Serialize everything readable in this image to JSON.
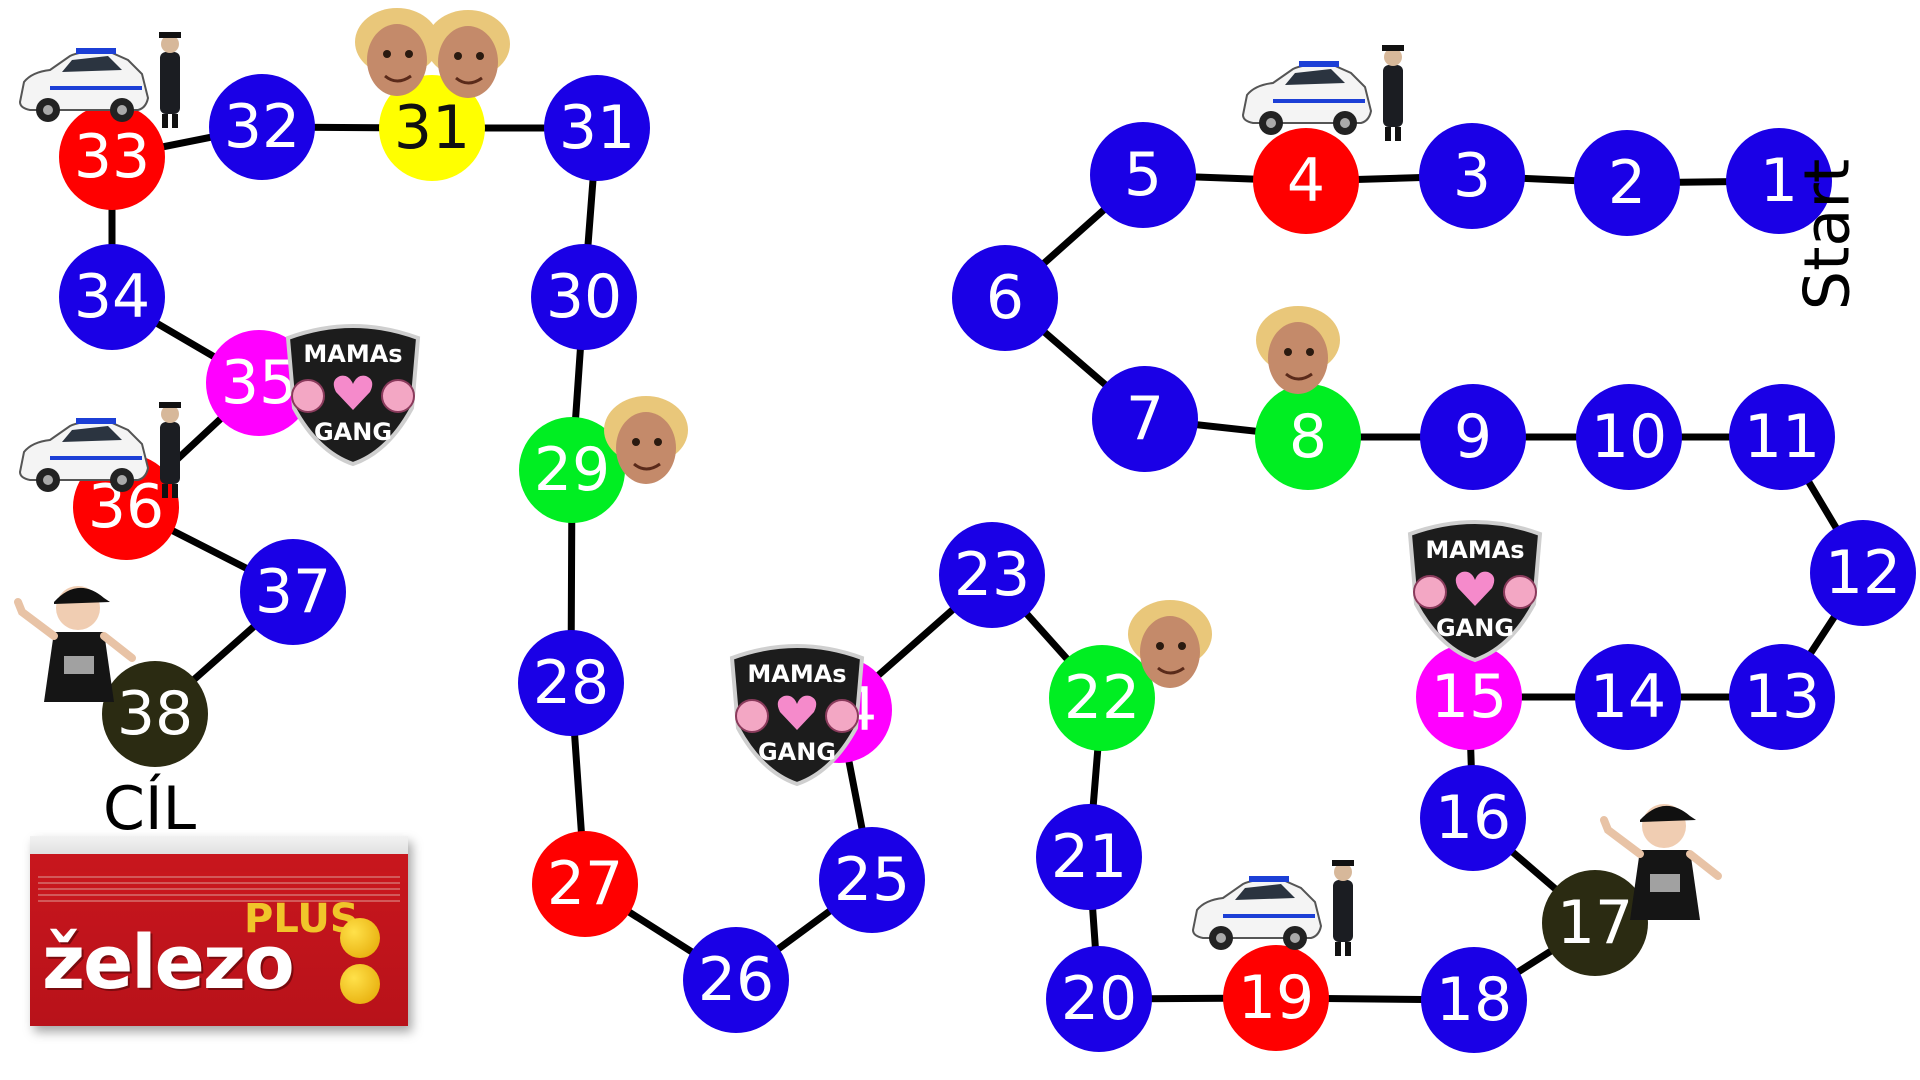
{
  "labels": {
    "start": "Start",
    "finish": "CÍL"
  },
  "product": {
    "brand": "železo",
    "plus": "PLUS"
  },
  "colors": {
    "normal": "#1a00e6",
    "police": "#ff0000",
    "face": "#00ee22",
    "gang": "#ff00ff",
    "yellow": "#ffff00",
    "finish": "#2b2b12",
    "path": "#000000"
  },
  "spaces": [
    {
      "label": "1",
      "type": "normal"
    },
    {
      "label": "2",
      "type": "normal"
    },
    {
      "label": "3",
      "type": "normal"
    },
    {
      "label": "4",
      "type": "police"
    },
    {
      "label": "5",
      "type": "normal"
    },
    {
      "label": "6",
      "type": "normal"
    },
    {
      "label": "7",
      "type": "normal"
    },
    {
      "label": "8",
      "type": "face"
    },
    {
      "label": "9",
      "type": "normal"
    },
    {
      "label": "10",
      "type": "normal"
    },
    {
      "label": "11",
      "type": "normal"
    },
    {
      "label": "12",
      "type": "normal"
    },
    {
      "label": "13",
      "type": "normal"
    },
    {
      "label": "14",
      "type": "normal"
    },
    {
      "label": "15",
      "type": "gang"
    },
    {
      "label": "16",
      "type": "normal"
    },
    {
      "label": "17",
      "type": "finish"
    },
    {
      "label": "18",
      "type": "normal"
    },
    {
      "label": "19",
      "type": "police"
    },
    {
      "label": "20",
      "type": "normal"
    },
    {
      "label": "21",
      "type": "normal"
    },
    {
      "label": "22",
      "type": "face"
    },
    {
      "label": "23",
      "type": "normal"
    },
    {
      "label": "24",
      "type": "gang"
    },
    {
      "label": "25",
      "type": "normal"
    },
    {
      "label": "26",
      "type": "normal"
    },
    {
      "label": "27",
      "type": "police"
    },
    {
      "label": "28",
      "type": "normal"
    },
    {
      "label": "29",
      "type": "face"
    },
    {
      "label": "30",
      "type": "normal"
    },
    {
      "label": "31",
      "type": "normal"
    },
    {
      "label": "31",
      "type": "yellow"
    },
    {
      "label": "32",
      "type": "normal"
    },
    {
      "label": "33",
      "type": "police"
    },
    {
      "label": "34",
      "type": "normal"
    },
    {
      "label": "35",
      "type": "gang"
    },
    {
      "label": "36",
      "type": "police"
    },
    {
      "label": "37",
      "type": "normal"
    },
    {
      "label": "38",
      "type": "finish"
    }
  ],
  "stickers": [
    {
      "icon": "police-car-icon"
    },
    {
      "icon": "police-car-icon"
    },
    {
      "icon": "police-car-icon"
    },
    {
      "icon": "police-car-icon"
    },
    {
      "icon": "face-icon"
    },
    {
      "icon": "face-icon"
    },
    {
      "icon": "face-icon"
    },
    {
      "icon": "face-icon"
    },
    {
      "icon": "face-icon"
    },
    {
      "icon": "gang-badge-icon",
      "text_top": "MAMAs",
      "text_bottom": "GANG"
    },
    {
      "icon": "gang-badge-icon",
      "text_top": "MAMAs",
      "text_bottom": "GANG"
    },
    {
      "icon": "gang-badge-icon",
      "text_top": "MAMAs",
      "text_bottom": "GANG"
    },
    {
      "icon": "boy-icon"
    },
    {
      "icon": "boy-icon"
    }
  ]
}
